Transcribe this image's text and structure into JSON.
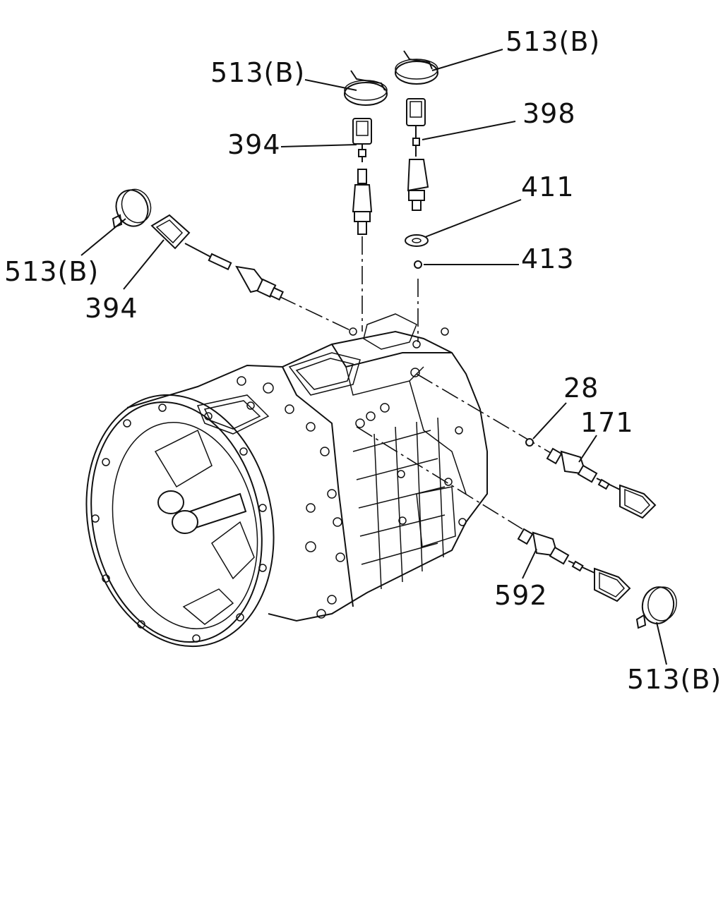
{
  "labels": {
    "clip_top_left": "513(B)",
    "clip_top_right": "513(B)",
    "clip_left": "513(B)",
    "clip_bottom_right": "513(B)",
    "sensor_top": "394",
    "sensor_left": "394",
    "switch_398": "398",
    "washer_411": "411",
    "ball_413": "413",
    "ball_28": "28",
    "switch_171": "171",
    "switch_592": "592"
  }
}
